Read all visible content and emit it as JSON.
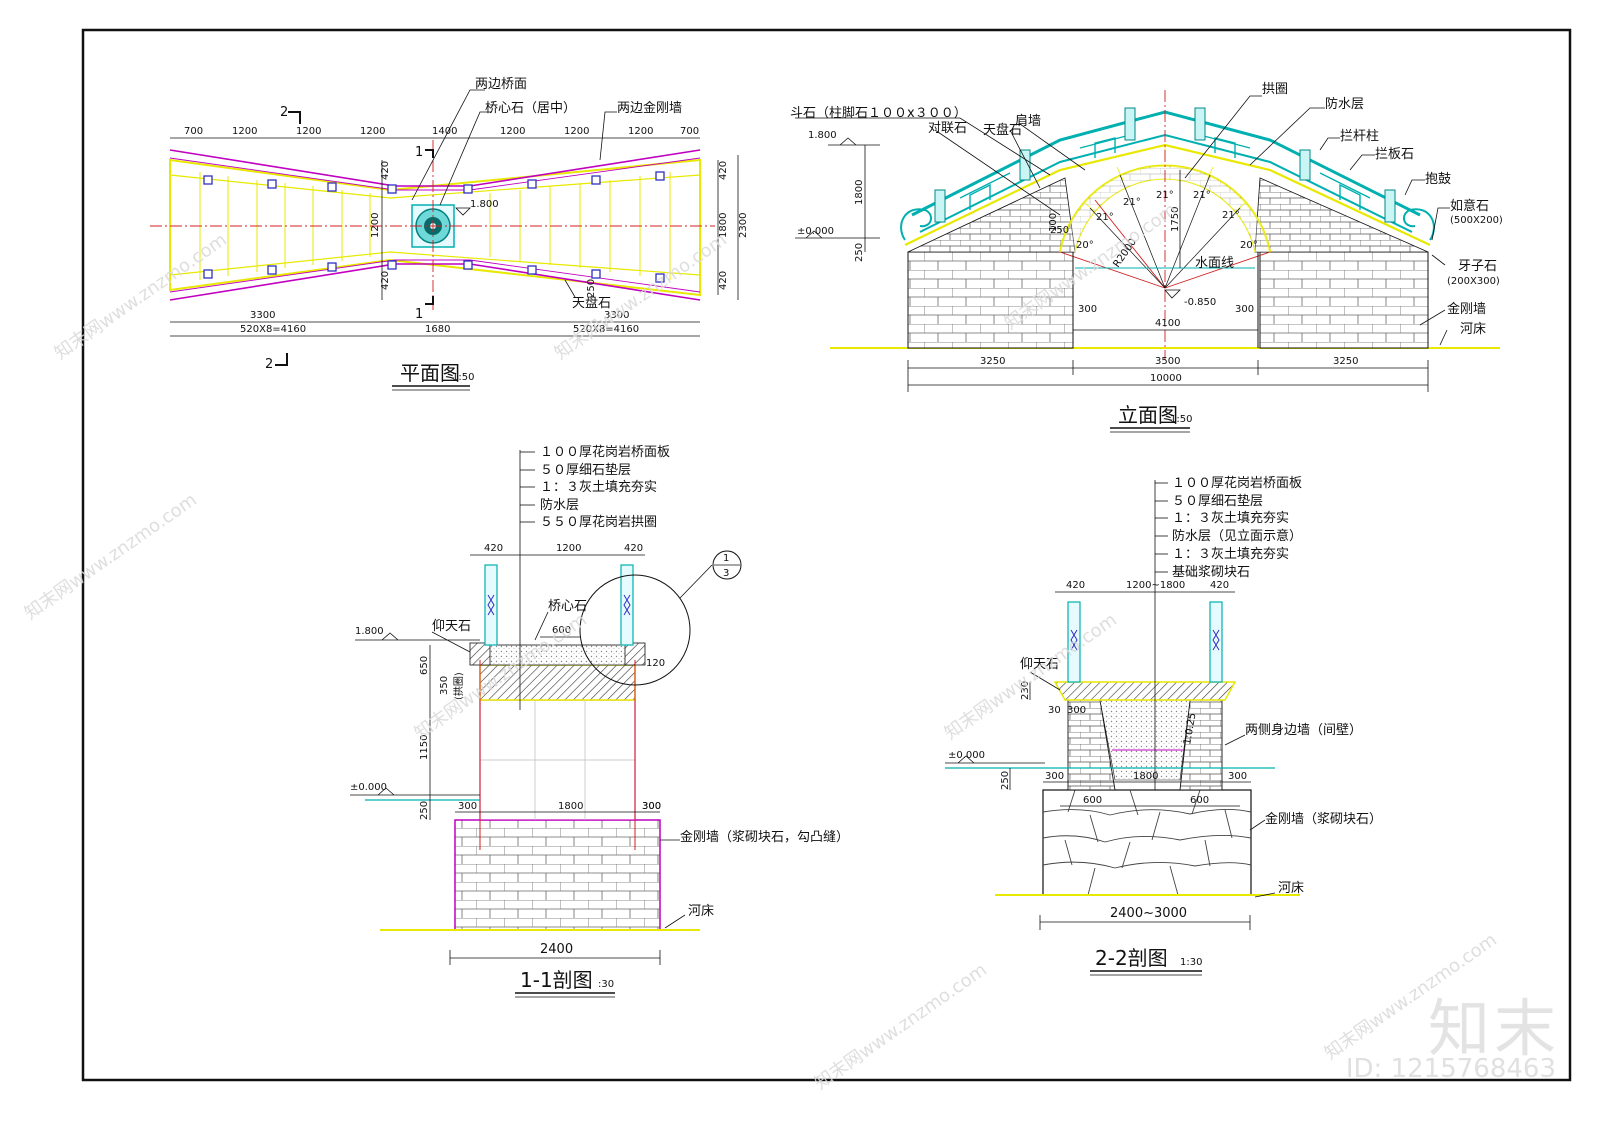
{
  "plan": {
    "title": "平面图",
    "scale": "1:50",
    "labels": {
      "deck": "两边桥面",
      "core": "桥心石（居中）",
      "wall": "两边金刚墙",
      "tianpan": "天盘石",
      "elev": "1.800",
      "sec1": "1",
      "sec2": "2"
    },
    "top_dims": [
      "700",
      "1200",
      "1200",
      "1200",
      "1400",
      "1200",
      "1200",
      "1200",
      "700"
    ],
    "bottom_dims": [
      "3300",
      "1680",
      "3300"
    ],
    "span_dims": [
      "520X8=4160",
      "520X8=4160"
    ],
    "side_dims": [
      "420",
      "1200",
      "420",
      "420",
      "1800",
      "420",
      "2300",
      "250"
    ]
  },
  "elevation": {
    "title": "立面图",
    "scale": "1:50",
    "labels": {
      "dou": "斗石（柱脚石１００x３００）",
      "duilian": "对联石",
      "tianpan": "天盘石",
      "jianqiang": "肩墙",
      "gongquan": "拱圈",
      "fangshui": "防水层",
      "langan": "拦杆柱",
      "lanban": "拦板石",
      "baogu": "抱鼓",
      "ruyi": "如意石",
      "ruyi_size": "(500X200)",
      "yazi": "牙子石",
      "yazi_size": "(200X300)",
      "jingang": "金刚墙",
      "hechuang": "河床",
      "water": "水面线",
      "radius": "R2000",
      "elev_top": "1.800",
      "elev_zero": "±0.000",
      "elev_low": "-0.850"
    },
    "angles": [
      "20°",
      "21°",
      "21°",
      "21°",
      "21°",
      "21°",
      "20°"
    ],
    "dims": [
      "3250",
      "3500",
      "3250",
      "10000",
      "4100",
      "300",
      "300",
      "1800",
      "250",
      "1750",
      "250",
      "100"
    ]
  },
  "section1": {
    "title": "1-1剖图",
    "scale": ":30",
    "layers": [
      "１００厚花岗岩桥面板",
      "５０厚细石垫层",
      "１：３灰土填充夯实",
      "防水层",
      "５５０厚花岗岩拱圈"
    ],
    "labels": {
      "yangtian": "仰天石",
      "core": "桥心石",
      "wall": "金刚墙（浆砌块石，勾凸缝）",
      "hechuang": "河床",
      "arch": "(拱圈)",
      "elev_top": "1.800",
      "elev_zero": "±0.000",
      "callout_top": "1",
      "callout_bottom": "3"
    },
    "dims": [
      "420",
      "1200",
      "420",
      "600",
      "300",
      "300",
      "1800",
      "300",
      "650",
      "350",
      "1150",
      "250",
      "120",
      "2400"
    ]
  },
  "section2": {
    "title": "2-2剖图",
    "scale": "1:30",
    "layers": [
      "１００厚花岗岩桥面板",
      "５０厚细石垫层",
      "１：３灰土填充夯实",
      "防水层（见立面示意）",
      "１：３灰土填充夯实",
      "基础浆砌块石"
    ],
    "labels": {
      "yangtian": "仰天石",
      "sidewall": "两侧身边墙（间壁）",
      "wall": "金刚墙（浆砌块石）",
      "hechuang": "河床",
      "slope": "1:0.25",
      "elev_zero": "±0.000"
    },
    "dims": [
      "420",
      "1200~1800",
      "420",
      "230",
      "30",
      "300",
      "300",
      "1800",
      "300",
      "600",
      "600",
      "250",
      "2400~3000"
    ]
  },
  "watermark": {
    "brand": "知末",
    "id": "ID: 1215768463",
    "site": "知末网www.znzmo.com"
  },
  "colors": {
    "yellow": "#e8e800",
    "magenta": "#c000c0",
    "cyan": "#00b0b0",
    "red": "#d02020",
    "blue": "#2020c0",
    "black": "#111111"
  }
}
